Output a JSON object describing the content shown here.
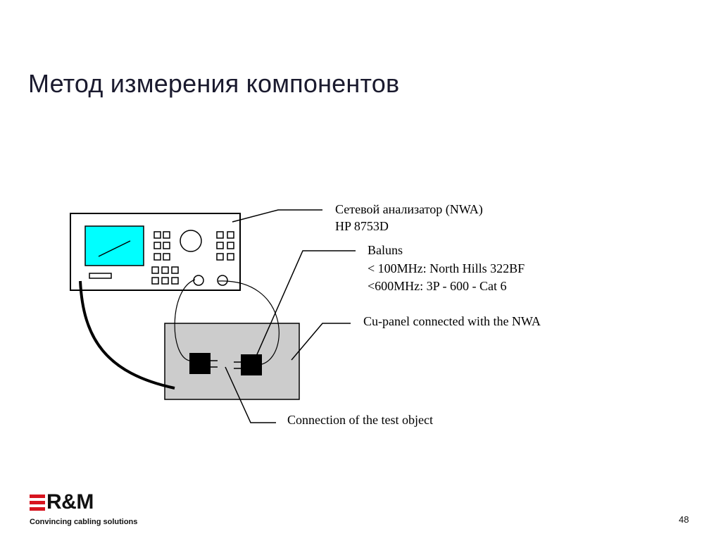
{
  "slide": {
    "title": "Метод измерения компонентов",
    "page_number": "48"
  },
  "labels": {
    "nwa_line1": "Сетевой анализатор (NWA)",
    "nwa_line2": "HP 8753D",
    "baluns_title": "Baluns",
    "baluns_line1": "< 100MHz: North Hills 322BF",
    "baluns_line2": "<600MHz: 3P - 600 - Cat 6",
    "cu_panel": "Cu-panel connected with the NWA",
    "test_object": "Connection of the test object"
  },
  "logo": {
    "brand": "R&M",
    "tagline": "Convincing cabling solutions",
    "brand_color": "#d7141f"
  },
  "colors": {
    "screen": "#00ffff",
    "panel": "#cccccc",
    "title": "#1a1a2e"
  }
}
